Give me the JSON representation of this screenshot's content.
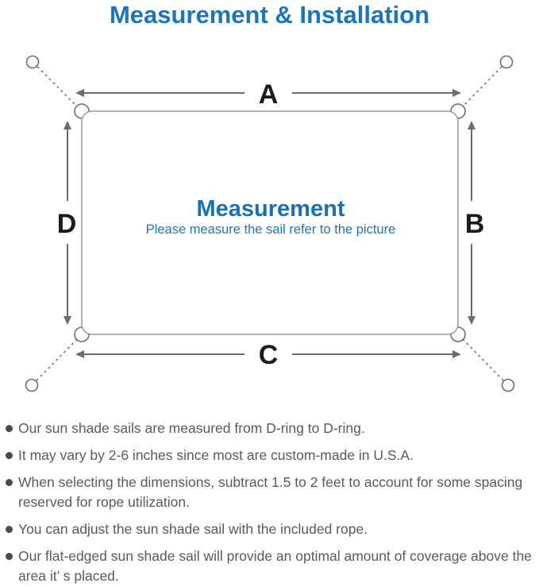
{
  "title": "Measurement & Installation",
  "diagram": {
    "side_labels": {
      "top": "A",
      "right": "B",
      "bottom": "C",
      "left": "D"
    },
    "center_title": "Measurement",
    "center_subtitle": "Please measure the sail refer to the picture"
  },
  "notes": [
    "Our sun shade sails are measured from D-ring to D-ring.",
    "It may vary by 2-6 inches since most are custom-made in U.S.A.",
    "When selecting the dimensions, subtract 1.5 to 2 feet to account for some spacing reserved for rope utilization.",
    "You can adjust the sun shade sail with the included rope.",
    "Our flat-edged sun shade sail will provide an optimal amount of coverage above the area it’ s placed."
  ],
  "icons": {
    "bullet": "filled-circle",
    "anchor_ring": "circle-outline",
    "corner_d_ring": "half-ring",
    "arrow": "double-headed-arrow"
  },
  "colors": {
    "title_blue": "#1B75BC",
    "diagram_heading_blue": "#1A6FB5",
    "diagram_subtitle_blue": "#1F76BE",
    "arrow_gray": "#6d6d6d",
    "sail_outline_gray": "#9b9b9b",
    "note_text_gray": "#5a5a5a"
  }
}
